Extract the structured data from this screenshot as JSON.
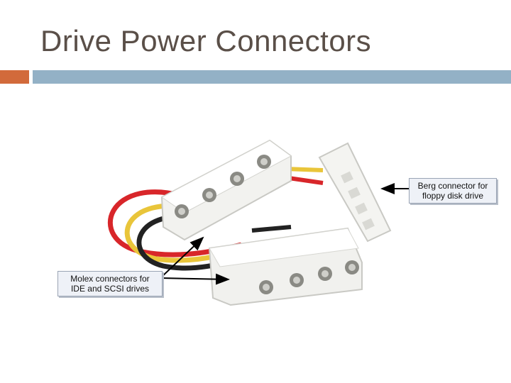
{
  "slide": {
    "title": "Drive Power Connectors",
    "accent_colors": {
      "orange": "#d26a3b",
      "blue": "#93b1c6"
    }
  },
  "callouts": {
    "berg": "Berg connector for floppy disk drive",
    "molex": "Molex connectors for IDE and SCSI drives"
  },
  "photo": {
    "subject": "power-connector-splitter-photo"
  }
}
